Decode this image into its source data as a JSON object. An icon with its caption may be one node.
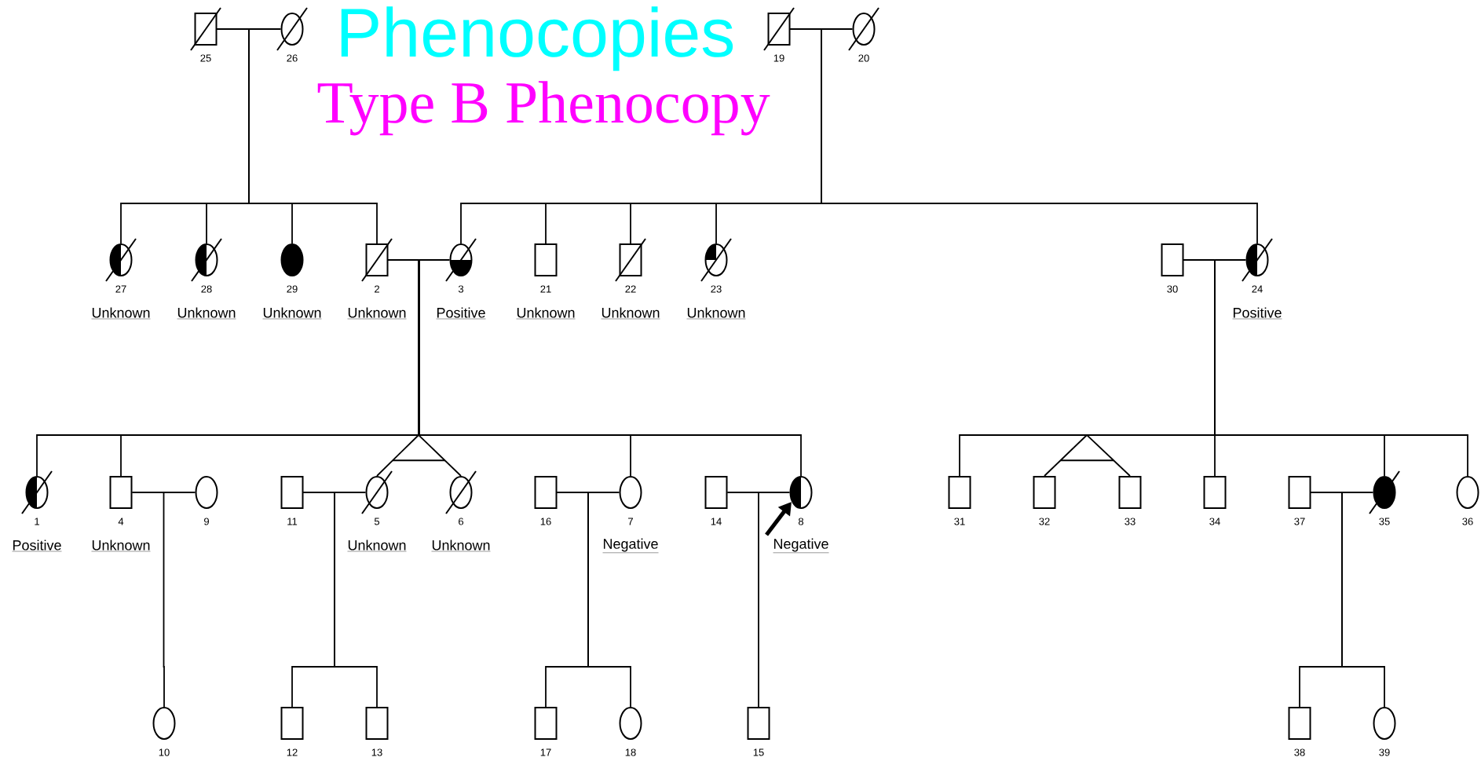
{
  "diagram": {
    "title": "Phenocopies",
    "labels": [
      "Type B Phenocopy"
    ],
    "nodes": [
      {
        "text": [],
        "shape": "box",
        "beside": [
          "25"
        ]
      },
      {
        "text": [],
        "shape": "circle",
        "beside": [
          "26"
        ]
      },
      {
        "text": [],
        "shape": "box",
        "beside": [
          "19"
        ]
      },
      {
        "text": [],
        "shape": "circle",
        "beside": [
          "20"
        ]
      },
      {
        "text": [],
        "shape": "circle",
        "beside": [
          "27",
          "Unknown"
        ]
      },
      {
        "text": [],
        "shape": "circle",
        "beside": [
          "28",
          "Unknown"
        ]
      },
      {
        "text": [],
        "shape": "circle",
        "beside": [
          "29",
          "Unknown"
        ]
      },
      {
        "text": [],
        "shape": "box",
        "beside": [
          "2",
          "Unknown"
        ]
      },
      {
        "text": [],
        "shape": "circle",
        "beside": [
          "3",
          "Positive"
        ]
      },
      {
        "text": [],
        "shape": "box",
        "beside": [
          "21",
          "Unknown"
        ]
      },
      {
        "text": [],
        "shape": "box",
        "beside": [
          "22",
          "Unknown"
        ]
      },
      {
        "text": [],
        "shape": "circle",
        "beside": [
          "23",
          "Unknown"
        ]
      },
      {
        "text": [],
        "shape": "box",
        "beside": [
          "30"
        ]
      },
      {
        "text": [],
        "shape": "circle",
        "beside": [
          "24",
          "Positive"
        ]
      },
      {
        "text": [],
        "shape": "circle",
        "beside": [
          "1",
          "Positive"
        ]
      },
      {
        "text": [],
        "shape": "box",
        "beside": [
          "4",
          "Unknown"
        ]
      },
      {
        "text": [],
        "shape": "circle",
        "beside": [
          "9"
        ]
      },
      {
        "text": [],
        "shape": "box",
        "beside": [
          "11"
        ]
      },
      {
        "text": [],
        "shape": "circle",
        "beside": [
          "5",
          "Unknown"
        ]
      },
      {
        "text": [],
        "shape": "circle",
        "beside": [
          "6",
          "Unknown"
        ]
      },
      {
        "text": [],
        "shape": "box",
        "beside": [
          "16"
        ]
      },
      {
        "text": [],
        "shape": "circle",
        "beside": [
          "7",
          "Negative"
        ]
      },
      {
        "text": [],
        "shape": "box",
        "beside": [
          "14"
        ]
      },
      {
        "text": [],
        "shape": "circle",
        "beside": [
          "8",
          "Negative"
        ]
      },
      {
        "text": [],
        "shape": "box",
        "beside": [
          "31"
        ]
      },
      {
        "text": [],
        "shape": "box",
        "beside": [
          "32"
        ]
      },
      {
        "text": [],
        "shape": "box",
        "beside": [
          "33"
        ]
      },
      {
        "text": [],
        "shape": "box",
        "beside": [
          "34"
        ]
      },
      {
        "text": [],
        "shape": "box",
        "beside": [
          "37"
        ]
      },
      {
        "text": [],
        "shape": "circle",
        "beside": [
          "35"
        ]
      },
      {
        "text": [],
        "shape": "circle",
        "beside": [
          "36"
        ]
      },
      {
        "text": [],
        "shape": "circle",
        "beside": [
          "10"
        ]
      },
      {
        "text": [],
        "shape": "box",
        "beside": [
          "12"
        ]
      },
      {
        "text": [],
        "shape": "box",
        "beside": [
          "13"
        ]
      },
      {
        "text": [],
        "shape": "box",
        "beside": [
          "17"
        ]
      },
      {
        "text": [],
        "shape": "circle",
        "beside": [
          "18"
        ]
      },
      {
        "text": [],
        "shape": "box",
        "beside": [
          "15"
        ]
      },
      {
        "text": [],
        "shape": "box",
        "beside": [
          "38"
        ]
      },
      {
        "text": [],
        "shape": "circle",
        "beside": [
          "39"
        ]
      }
    ],
    "edges": [
      {
        "from": 0,
        "to": 1,
        "arrow": "none"
      },
      {
        "from": 2,
        "to": 3,
        "arrow": "none"
      },
      {
        "from": 7,
        "to": 8,
        "arrow": "none"
      },
      {
        "from": 12,
        "to": 13,
        "arrow": "none"
      },
      {
        "from": 15,
        "to": 16,
        "arrow": "none"
      },
      {
        "from": 17,
        "to": 18,
        "arrow": "none"
      },
      {
        "from": 20,
        "to": 21,
        "arrow": "none"
      },
      {
        "from": 22,
        "to": 23,
        "arrow": "none"
      },
      {
        "from": 28,
        "to": 29,
        "arrow": "none"
      },
      {
        "from": 0,
        "to": 4,
        "arrow": "none"
      },
      {
        "from": 0,
        "to": 5,
        "arrow": "none"
      },
      {
        "from": 0,
        "to": 6,
        "arrow": "none"
      },
      {
        "from": 0,
        "to": 7,
        "arrow": "none"
      },
      {
        "from": 2,
        "to": 8,
        "arrow": "none"
      },
      {
        "from": 2,
        "to": 9,
        "arrow": "none"
      },
      {
        "from": 2,
        "to": 10,
        "arrow": "none"
      },
      {
        "from": 2,
        "to": 11,
        "arrow": "none"
      },
      {
        "from": 2,
        "to": 13,
        "arrow": "none"
      },
      {
        "from": 7,
        "to": 14,
        "arrow": "none"
      },
      {
        "from": 7,
        "to": 15,
        "arrow": "none"
      },
      {
        "from": 7,
        "to": 18,
        "arrow": "none"
      },
      {
        "from": 7,
        "to": 19,
        "arrow": "none"
      },
      {
        "from": 7,
        "to": 21,
        "arrow": "none"
      },
      {
        "from": 7,
        "to": 23,
        "arrow": "none"
      },
      {
        "from": 12,
        "to": 24,
        "arrow": "none"
      },
      {
        "from": 12,
        "to": 25,
        "arrow": "none"
      },
      {
        "from": 12,
        "to": 26,
        "arrow": "none"
      },
      {
        "from": 12,
        "to": 27,
        "arrow": "none"
      },
      {
        "from": 12,
        "to": 29,
        "arrow": "none"
      },
      {
        "from": 12,
        "to": 30,
        "arrow": "none"
      },
      {
        "from": 15,
        "to": 31,
        "arrow": "none"
      },
      {
        "from": 17,
        "to": 32,
        "arrow": "none"
      },
      {
        "from": 17,
        "to": 33,
        "arrow": "none"
      },
      {
        "from": 20,
        "to": 34,
        "arrow": "none"
      },
      {
        "from": 20,
        "to": 35,
        "arrow": "none"
      },
      {
        "from": 22,
        "to": 36,
        "arrow": "none"
      },
      {
        "from": 28,
        "to": 37,
        "arrow": "none"
      },
      {
        "from": 28,
        "to": 38,
        "arrow": "none"
      },
      {
        "from": null,
        "to": 23,
        "arrow": "to",
        "style": "thick"
      }
    ]
  }
}
